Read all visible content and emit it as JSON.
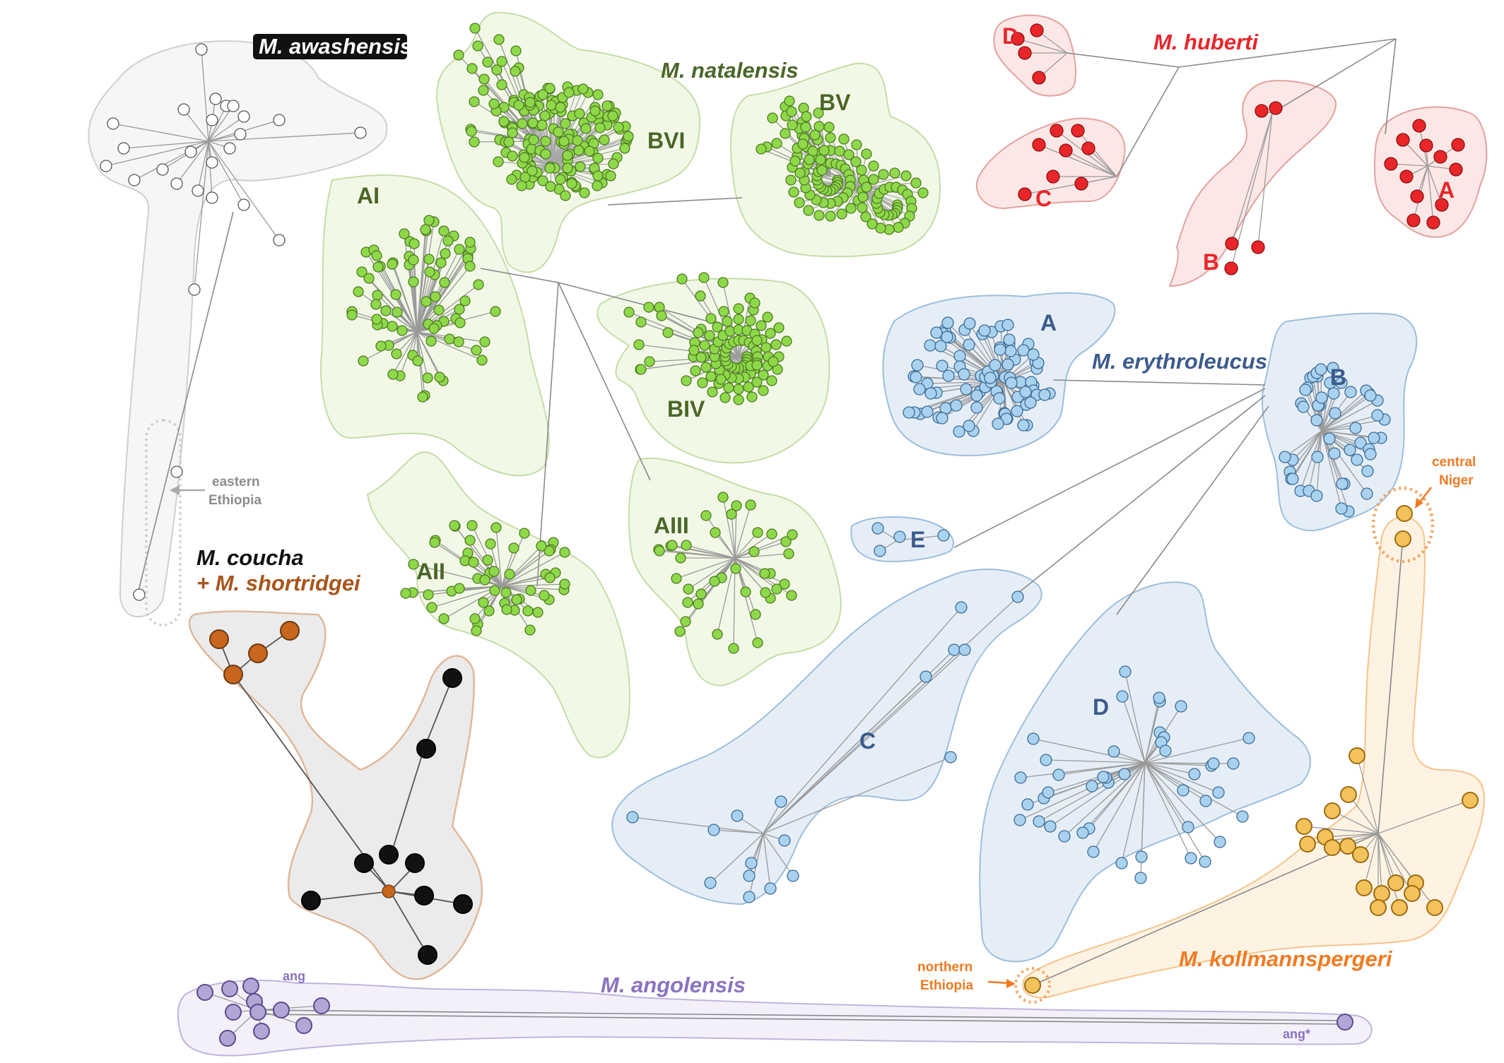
{
  "species": {
    "awashensis": "M. awashensis",
    "natalensis": "M. natalensis",
    "huberti": "M. huberti",
    "erythroleucus": "M. erythroleucus",
    "coucha": "M. coucha",
    "shortridgei": "+ M. shortridgei",
    "angolensis": "M. angolensis",
    "kollmannspergeri": "M. kollmannspergeri"
  },
  "clusters": {
    "natalensis": [
      "BVI",
      "BV",
      "AI",
      "BIV",
      "AII",
      "AIII"
    ],
    "huberti": [
      "D",
      "C",
      "B",
      "A"
    ],
    "erythroleucus": [
      "A",
      "B",
      "E",
      "C",
      "D"
    ]
  },
  "annotations": {
    "eastern_ethiopia": [
      "eastern",
      "Ethiopia"
    ],
    "central_niger": [
      "central",
      "Niger"
    ],
    "northern_ethiopia": [
      "northern",
      "Ethiopia"
    ],
    "ang": "ang",
    "ang_star": "ang*"
  },
  "colors": {
    "awashensis": "#ffffff",
    "natalensis": "#8fd84a",
    "huberti": "#e8262a",
    "erythroleucus": "#a8d2ef",
    "coucha": "#111111",
    "shortridgei": "#c8661e",
    "angolensis": "#b3a6d6",
    "kollmannspergeri": "#f4c25a",
    "label_natalensis": "#4a6628",
    "label_huberti": "#e8262a",
    "label_erythroleucus": "#3b5b8c",
    "label_shortridgei": "#a8551c",
    "label_angolensis": "#8a72c0",
    "label_kollmannspergeri": "#f07a22"
  }
}
